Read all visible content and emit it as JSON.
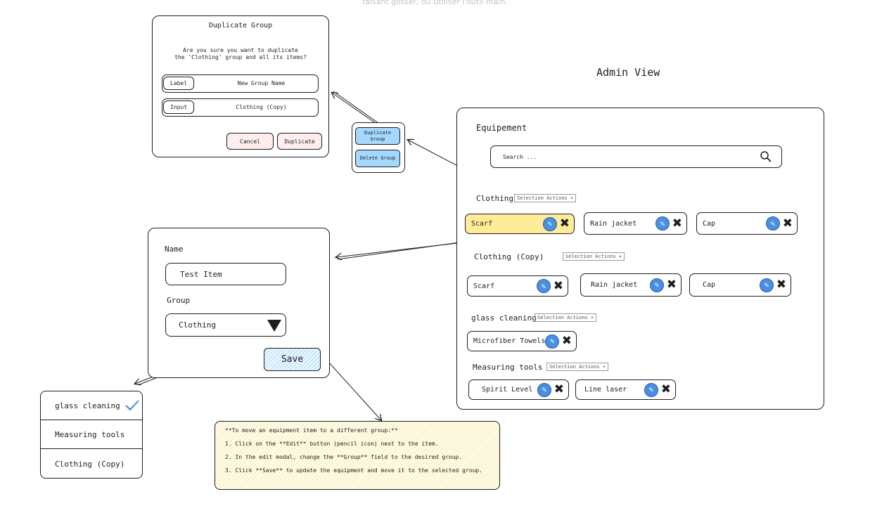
{
  "hint_text": "faisant glisser, ou utiliser l'outil main.",
  "admin_label": "Admin View",
  "duplicate_modal": {
    "title": "Duplicate Group",
    "message_line1": "Are you sure you want to duplicate",
    "message_line2": "the 'Clothing' group and all its items?",
    "label_tag": "Label",
    "label_value": "New Group Name",
    "input_tag": "Input",
    "input_value": "Clothing (Copy)",
    "cancel": "Cancel",
    "duplicate": "Duplicate"
  },
  "context_menu": {
    "duplicate_group": "Duplicate Group",
    "delete_group": "Delete Group"
  },
  "edit_modal": {
    "name_label": "Name",
    "name_value": "Test Item",
    "group_label": "Group",
    "group_value": "Clothing",
    "save": "Save"
  },
  "dropdown_options": [
    "glass cleaning",
    "Measuring tools",
    "Clothing (Copy)"
  ],
  "note": {
    "line1": "**To move an equipment item to a different group:**",
    "line2": "1. Click on the **Edit** button (pencil icon) next to the item.",
    "line3": "2. In the edit modal, change the **Group** field to the desired group.",
    "line4": "3. Click **Save** to update the equipment and move it to the selected group."
  },
  "equipment": {
    "title": "Equipement",
    "search_placeholder": "Search ...",
    "selection_actions": "Selection Actions ▾",
    "groups": [
      {
        "name": "Clothing",
        "items": [
          "Scarf",
          "Rain jacket",
          "Cap"
        ]
      },
      {
        "name": "Clothing (Copy)",
        "items": [
          "Scarf",
          "Rain jacket",
          "Cap"
        ]
      },
      {
        "name": "glass cleaning",
        "items": [
          "Microfiber Towels"
        ]
      },
      {
        "name": "Measuring tools",
        "items": [
          "Spirit Level",
          "Line laser"
        ]
      }
    ]
  },
  "colors": {
    "highlight": "#ffec99",
    "button_blue": "#a5d8ff",
    "pencil_blue": "#4a8fe0",
    "check": "#4a8fe0"
  }
}
